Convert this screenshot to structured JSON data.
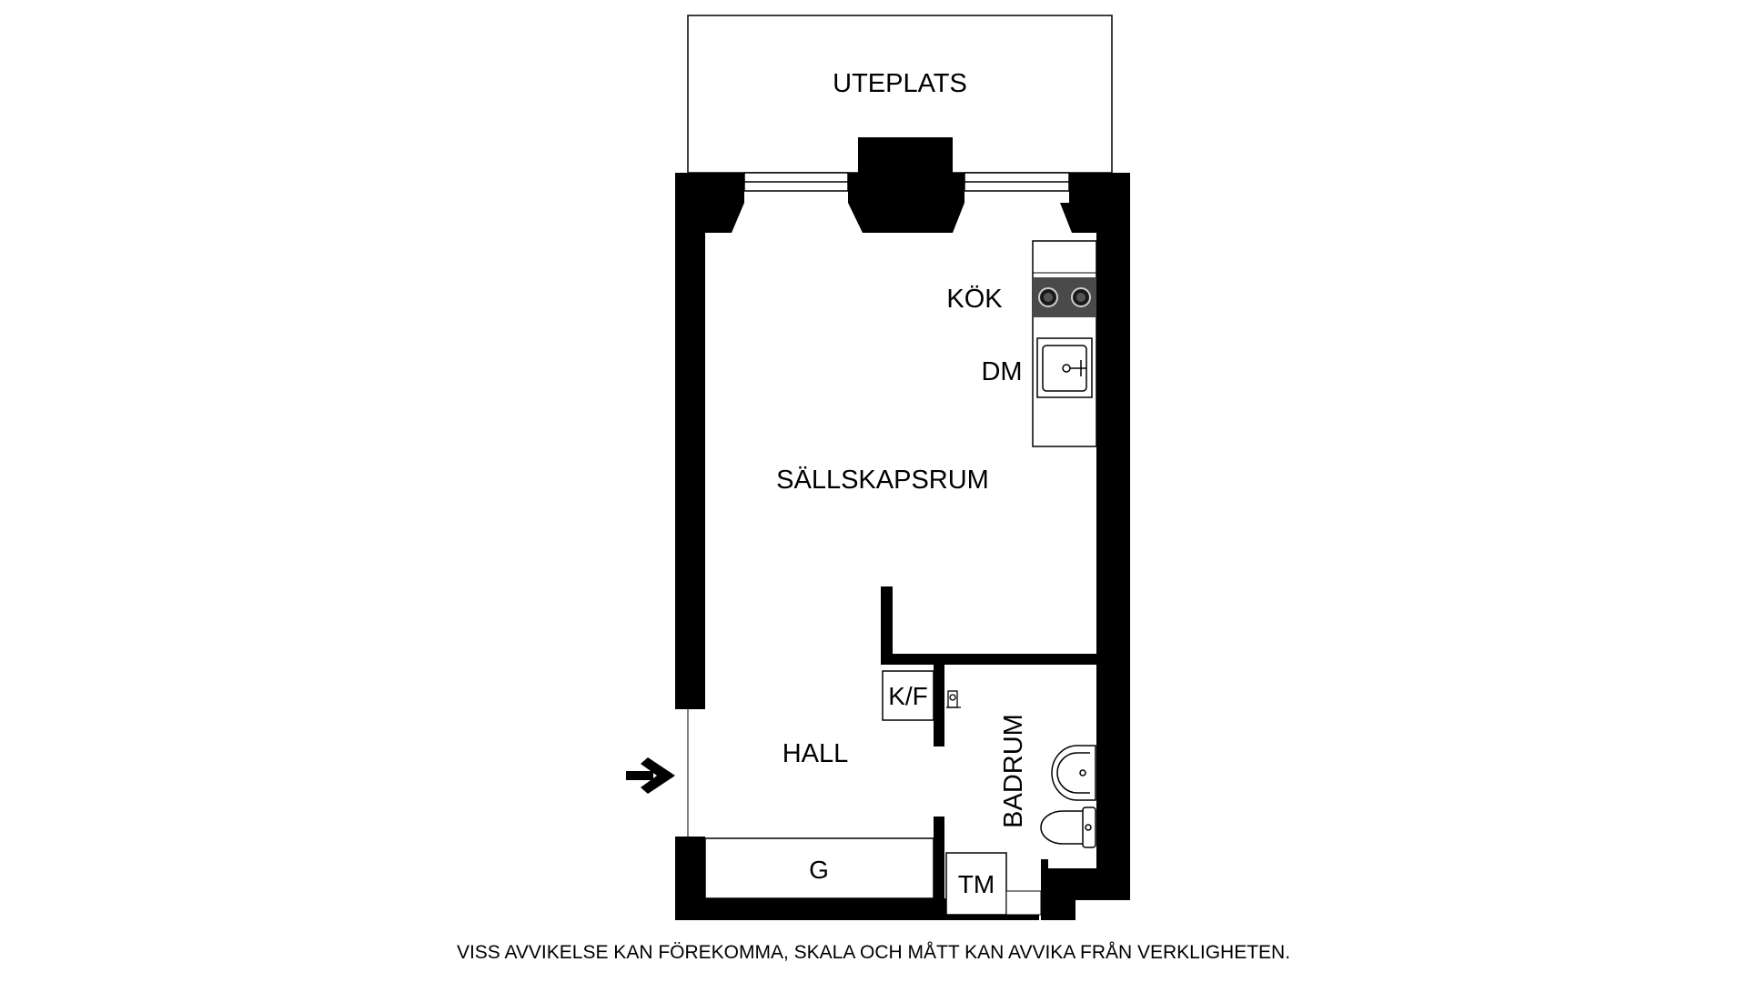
{
  "rooms": {
    "uteplats": "UTEPLATS",
    "kok": "KÖK",
    "dm": "DM",
    "sallskapsrum": "SÄLLSKAPSRUM",
    "kf": "K/F",
    "hall": "HALL",
    "badrum": "BADRUM",
    "g": "G",
    "tm": "TM"
  },
  "disclaimer": "VISS AVVIKELSE KAN FÖREKOMMA, SKALA OCH MÅTT KAN AVVIKA FRÅN VERKLIGHETEN.",
  "colors": {
    "wall": "#000000",
    "background": "#ffffff",
    "stove": "#4a4a4a"
  }
}
